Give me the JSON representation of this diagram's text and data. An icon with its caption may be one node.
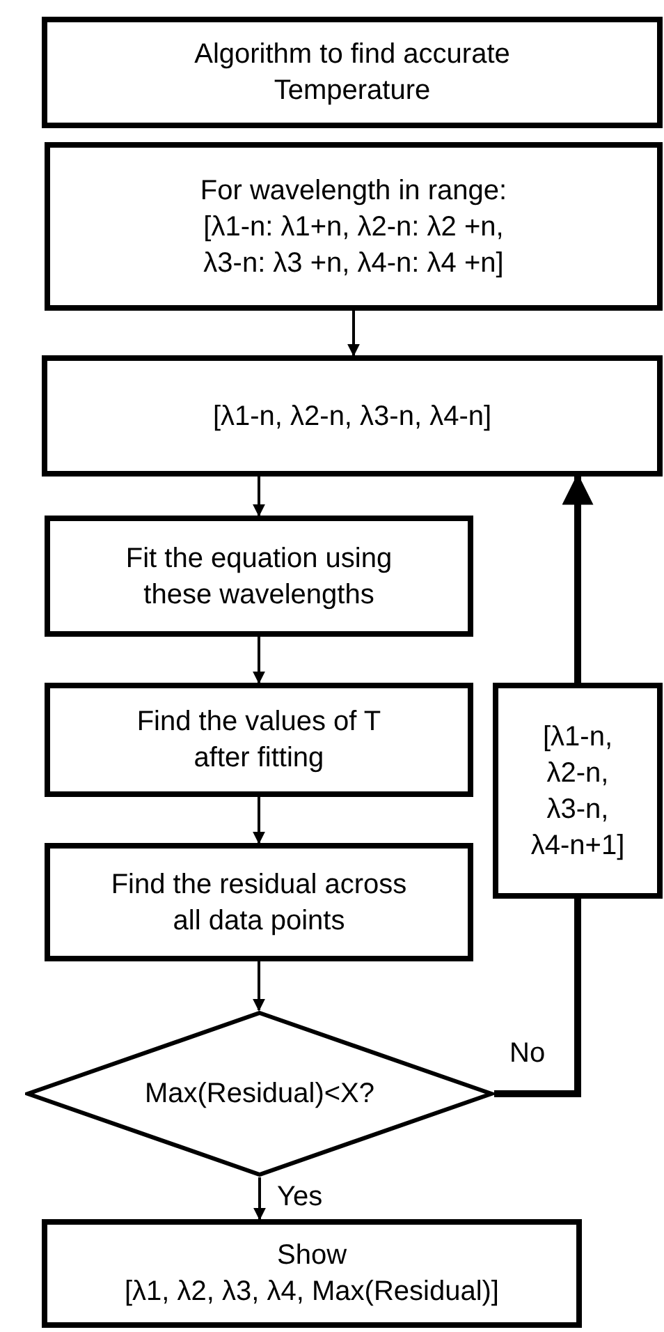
{
  "diagram": {
    "nodes": [
      {
        "text": [
          "Algorithm to find accurate Temperature"
        ]
      },
      {
        "text": [
          "For wavelength in range: [λ1-n: λ1+n, λ2-n: λ2 +n, λ3-n: λ3 +n, λ4-n: λ4 +n]"
        ]
      },
      {
        "text": [
          "[λ1-n, λ2-n, λ3-n, λ4-n]"
        ]
      },
      {
        "text": [
          "Fit the equation using these wavelengths"
        ]
      },
      {
        "text": [
          "Find the values of T after fitting"
        ]
      },
      {
        "text": [
          "Find the residual across all data points"
        ]
      },
      {
        "text": [
          "Max(Residual)<X?"
        ]
      },
      {
        "text": [
          "Show",
          "[λ1, λ2, λ3, λ4, Max(Residual)]"
        ]
      },
      {
        "text": [
          "[λ1-n, λ2-n, λ3-n, λ4-n+1]"
        ]
      }
    ],
    "edges": [
      {
        "from": 1,
        "to": 2,
        "arrow": "to"
      },
      {
        "from": 2,
        "to": 3,
        "arrow": "to"
      },
      {
        "from": 3,
        "to": 4,
        "arrow": "to"
      },
      {
        "from": 4,
        "to": 5,
        "arrow": "to"
      },
      {
        "from": 5,
        "to": 6,
        "arrow": "to"
      },
      {
        "from": 6,
        "to": 7,
        "arrow": "to",
        "label": "Yes"
      },
      {
        "from": 6,
        "to": 8,
        "arrow": "none",
        "label": "No",
        "style": "thick"
      },
      {
        "from": 8,
        "to": 2,
        "arrow": "to",
        "style": "thick"
      }
    ]
  }
}
